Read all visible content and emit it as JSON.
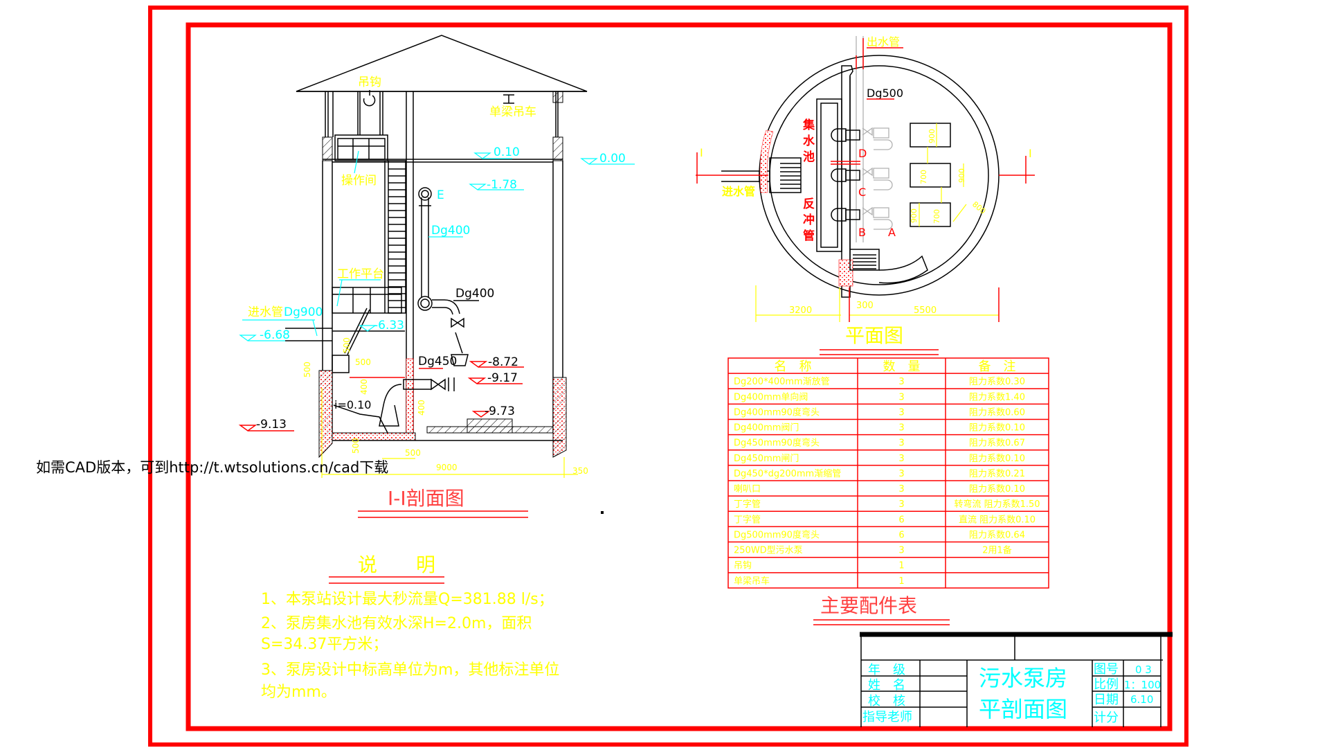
{
  "watermark": "如需CAD版本，可到http://t.wtsolutions.cn/cad下载",
  "colors": {
    "frame": "#ff0000",
    "yellow": "#ffff00",
    "cyan": "#00ffff"
  },
  "section": {
    "title": "I-I剖面图",
    "hook": "吊钩",
    "crane": "单梁吊车",
    "control_room": "操作间",
    "elev_010": "0.10",
    "elev_000": "0.00",
    "elev_178": "-1.78",
    "mark_e": "E",
    "dg400_v": "Dg400",
    "platform": "工作平台",
    "inlet": "进水管",
    "inlet_dg": "Dg900",
    "elev_668": "-6.68",
    "elev_633": "-6.33",
    "dg400": "Dg400",
    "dg450": "Dg450",
    "elev_872": "-8.72",
    "elev_917": "-9.17",
    "elev_973": "-9.73",
    "elev_913": "-9.13",
    "slope": "i=0.10",
    "dim_500a": "500",
    "dim_500b": "500",
    "dim_500c": "500",
    "dim_500d": "500",
    "dim_500e": "500",
    "dim_400a": "400",
    "dim_400b": "400",
    "dim_9000": "9000",
    "dim_350": "350"
  },
  "plan": {
    "title": "平面图",
    "outlet": "出水管",
    "dg500": "Dg500",
    "sump": [
      "集",
      "水",
      "池"
    ],
    "backflush": [
      "反",
      "冲",
      "管"
    ],
    "inlet": "进水管",
    "mark_d": "D",
    "mark_c": "C",
    "mark_b": "B",
    "mark_a": "A",
    "dim_900a": "900",
    "dim_900b": "900",
    "dim_900c": "900",
    "dim_700a": "700",
    "dim_700b": "700",
    "dim_800": "800",
    "dim_3200": "3200",
    "dim_300": "300",
    "dim_5500": "5500",
    "section_mark_l": "I",
    "section_mark_r": "I"
  },
  "notes": {
    "title": "说　　明",
    "items": [
      "1、本泵站设计最大秒流量Q=381.88 l/s；",
      "2、泵房集水池有效水深H=2.0m，面积",
      "S=34.37平方米；",
      "3、泵房设计中标高单位为m，其他标注单位",
      "均为mm。"
    ]
  },
  "table": {
    "title": "主要配件表",
    "headers": [
      "名　称",
      "数　量",
      "备　注"
    ],
    "rows": [
      {
        "name": "Dg200*400mm渐放管",
        "qty": "3",
        "remark": "阻力系数0.30"
      },
      {
        "name": "Dg400mm单向阀",
        "qty": "3",
        "remark": "阻力系数1.40"
      },
      {
        "name": "Dg400mm90度弯头",
        "qty": "3",
        "remark": "阻力系数0.60"
      },
      {
        "name": "Dg400mm阀门",
        "qty": "3",
        "remark": "阻力系数0.10"
      },
      {
        "name": "Dg450mm90度弯头",
        "qty": "3",
        "remark": "阻力系数0.67"
      },
      {
        "name": "Dg450mm闸门",
        "qty": "3",
        "remark": "阻力系数0.10"
      },
      {
        "name": "Dg450*dg200mm渐缩管",
        "qty": "3",
        "remark": "阻力系数0.21"
      },
      {
        "name": "喇叭口",
        "qty": "3",
        "remark": "阻力系数0.10"
      },
      {
        "name": "丁字管",
        "qty": "3",
        "remark": "转弯流 阻力系数1.50"
      },
      {
        "name": "丁字管",
        "qty": "6",
        "remark": "直流 阻力系数0.10"
      },
      {
        "name": "Dg500mm90度弯头",
        "qty": "6",
        "remark": "阻力系数0.64"
      },
      {
        "name": "250WD型污水泵",
        "qty": "3",
        "remark": "2用1备"
      },
      {
        "name": "吊钩",
        "qty": "1",
        "remark": ""
      },
      {
        "name": "单梁吊车",
        "qty": "1",
        "remark": ""
      }
    ]
  },
  "titleblock": {
    "grade": "年　级",
    "name": "姓　名",
    "check": "校　核",
    "teacher": "指导老师",
    "drawing_title_1": "污水泵房",
    "drawing_title_2": "平剖面图",
    "sheet_label": "图号",
    "sheet_value": "0 3",
    "scale_label": "比例",
    "scale_value": "1：100",
    "date_label": "日期",
    "date_value": "6.10",
    "score_label": "计分"
  }
}
